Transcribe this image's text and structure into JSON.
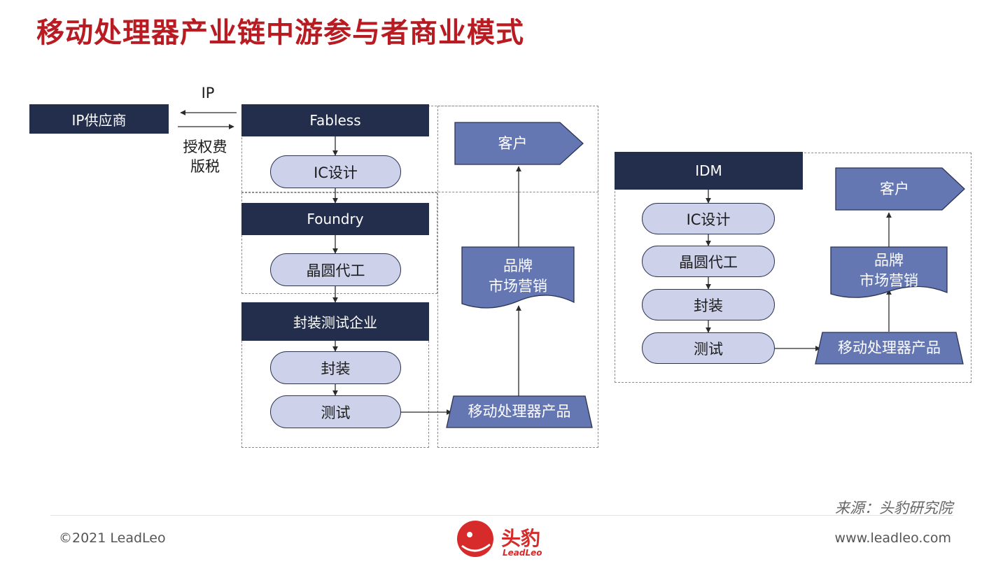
{
  "title": "移动处理器产业链中游参与者商业模式",
  "ip_flow": {
    "supplier": "IP供应商",
    "arrow_top_label": "IP",
    "arrow_bottom_label_1": "授权费",
    "arrow_bottom_label_2": "版税"
  },
  "fabless_model": {
    "fabless": "Fabless",
    "ic_design": "IC设计",
    "foundry": "Foundry",
    "wafer_foundry": "晶圆代工",
    "osat": "封装测试企业",
    "packaging": "封装",
    "testing": "测试",
    "product": "移动处理器产品",
    "brand_line1": "品牌",
    "brand_line2": "市场营销",
    "customer": "客户"
  },
  "idm_model": {
    "idm": "IDM",
    "ic_design": "IC设计",
    "wafer_foundry": "晶圆代工",
    "packaging": "封装",
    "testing": "测试",
    "product": "移动处理器产品",
    "brand_line1": "品牌",
    "brand_line2": "市场营销",
    "customer": "客户"
  },
  "footer": {
    "source": "来源：头豹研究院",
    "copyright": "©2021 LeadLeo",
    "website": "www.leadleo.com",
    "logo_text": "头豹",
    "logo_sub": "LeadLeo"
  },
  "colors": {
    "title": "#b81c22",
    "dark_box": "#232d4c",
    "pill_fill": "#cdd2ea",
    "shape_fill": "#6577b3",
    "logo": "#d72a2a"
  }
}
